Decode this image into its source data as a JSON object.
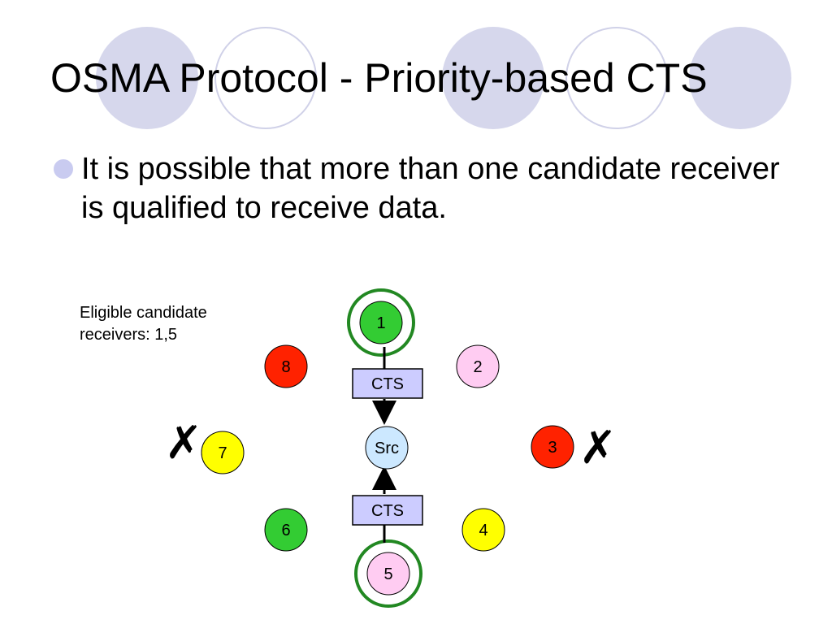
{
  "title": "OSMA Protocol - Priority-based CTS",
  "bullet": "It is possible that more than one candidate receiver is qualified to receive data.",
  "note": {
    "line1": "Eligible candidate",
    "line2": "receivers: 1,5"
  },
  "colors": {
    "decor_fill": "#d6d7ec",
    "decor_ring": "#d0d1e8",
    "bullet": "#c9cbf0",
    "green": "#33cc33",
    "red": "#ff2200",
    "pink": "#ffccf2",
    "yellow": "#ffff00",
    "src": "#cce8ff",
    "cts_box": "#ccccff",
    "highlight_ring": "#228822"
  },
  "diagram": {
    "nodes": [
      {
        "id": "n1",
        "label": "1",
        "color": "#33cc33",
        "highlighted": true
      },
      {
        "id": "n2",
        "label": "2",
        "color": "#ffccf2",
        "highlighted": false
      },
      {
        "id": "n3",
        "label": "3",
        "color": "#ff2200",
        "highlighted": false
      },
      {
        "id": "n4",
        "label": "4",
        "color": "#ffff00",
        "highlighted": false
      },
      {
        "id": "n5",
        "label": "5",
        "color": "#ffccf2",
        "highlighted": true
      },
      {
        "id": "n6",
        "label": "6",
        "color": "#33cc33",
        "highlighted": false
      },
      {
        "id": "n7",
        "label": "7",
        "color": "#ffff00",
        "highlighted": false
      },
      {
        "id": "n8",
        "label": "8",
        "color": "#ff2200",
        "highlighted": false
      },
      {
        "id": "src",
        "label": "Src",
        "color": "#cce8ff",
        "highlighted": false
      }
    ],
    "cts_top": "CTS",
    "cts_bottom": "CTS",
    "reject_mark": "✗",
    "rejected_nodes": [
      "7",
      "3"
    ]
  }
}
